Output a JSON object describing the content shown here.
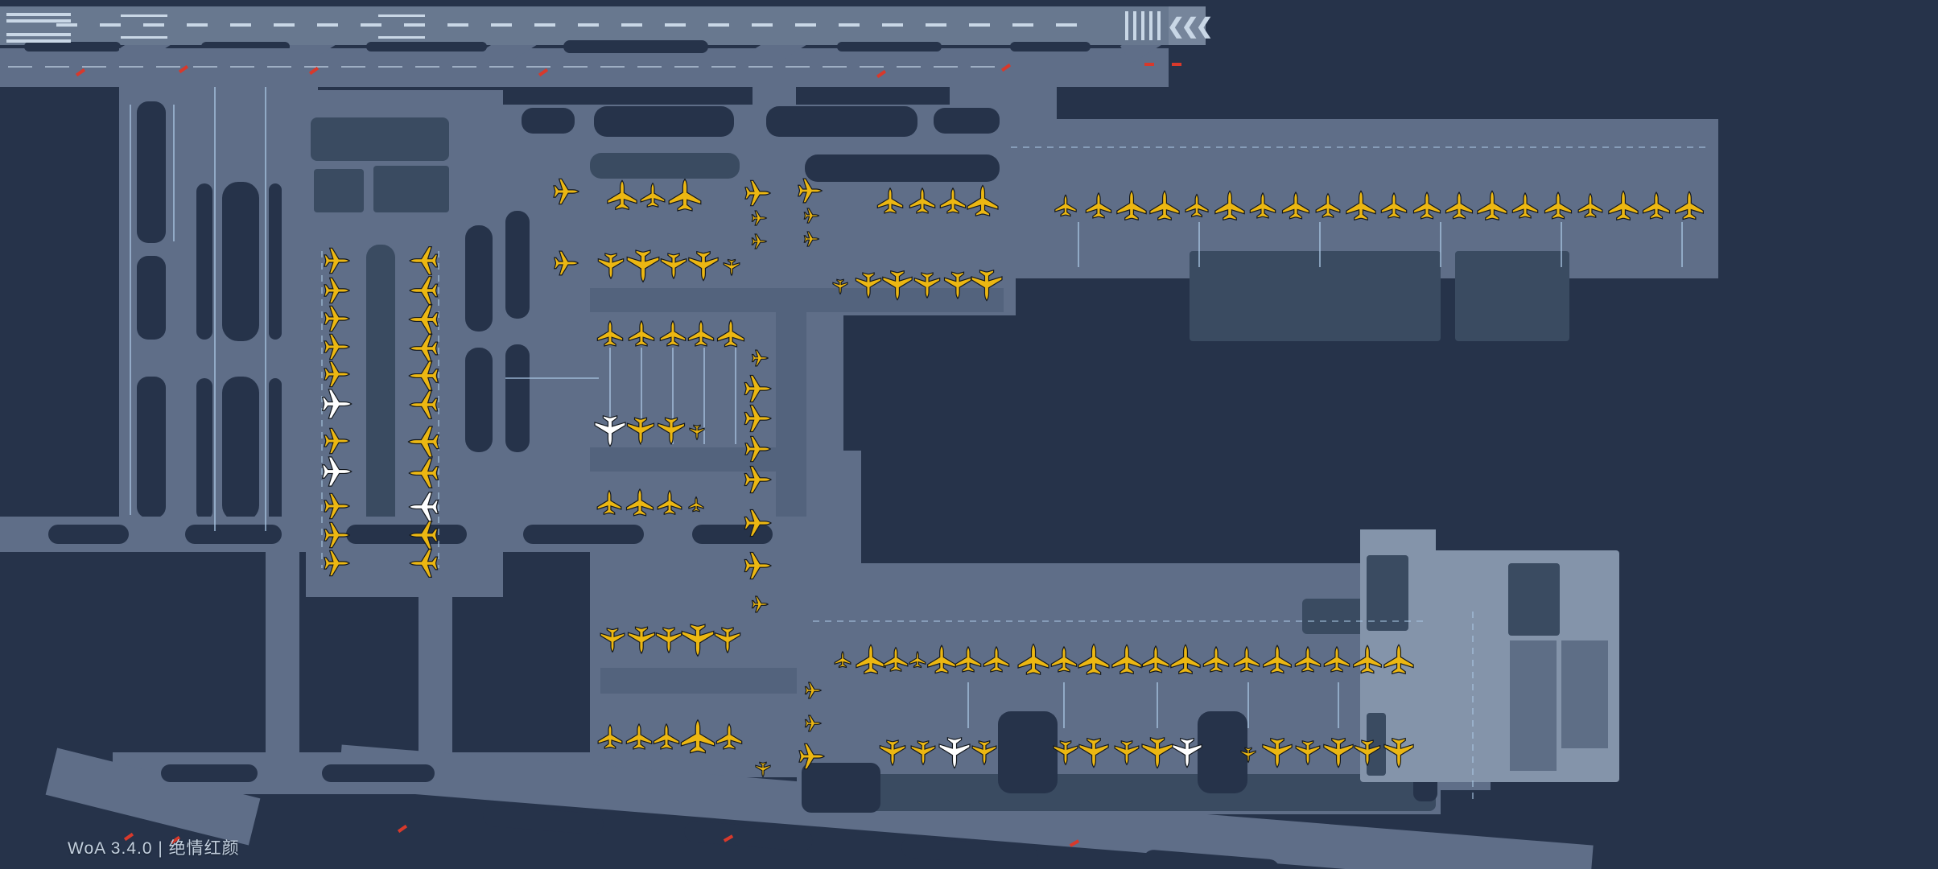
{
  "app": {
    "version_text": "WoA 3.4.0 | 绝情红颜"
  },
  "colors": {
    "background": "#26334a",
    "taxiway": "#5f6e88",
    "corridor": "#53637d",
    "runway": "#68788f",
    "building": "#3a4b61",
    "cargo_pad": "#8494aa",
    "cargo_block": "#5e6e86",
    "guide_line": "#a9c6e3",
    "runway_marking": "#c9d7e6",
    "stopbar_red": "#d8392b",
    "aircraft_yellow": "#ecb712",
    "aircraft_white": "#ffffff",
    "caption_text": "#c2cfdd"
  },
  "counts": {
    "aircraft_total": 138,
    "aircraft_white": 6,
    "stopbars": 13
  },
  "planes": [
    [
      418,
      324,
      90,
      0.95,
      "y"
    ],
    [
      418,
      361,
      90,
      0.95,
      "y"
    ],
    [
      418,
      396,
      90,
      0.95,
      "y"
    ],
    [
      418,
      431,
      90,
      0.95,
      "y"
    ],
    [
      418,
      465,
      90,
      0.95,
      "y"
    ],
    [
      418,
      502,
      90,
      1.1,
      "w"
    ],
    [
      418,
      548,
      90,
      0.95,
      "y"
    ],
    [
      418,
      586,
      90,
      1.1,
      "w"
    ],
    [
      418,
      629,
      90,
      0.95,
      "y"
    ],
    [
      418,
      665,
      90,
      0.95,
      "y"
    ],
    [
      418,
      700,
      90,
      0.95,
      "y"
    ],
    [
      527,
      324,
      270,
      1.05,
      "y"
    ],
    [
      527,
      361,
      270,
      1.05,
      "y"
    ],
    [
      527,
      397,
      270,
      1.1,
      "y"
    ],
    [
      527,
      433,
      270,
      1.05,
      "y"
    ],
    [
      527,
      467,
      270,
      1.1,
      "y"
    ],
    [
      527,
      503,
      270,
      1.05,
      "y"
    ],
    [
      527,
      549,
      270,
      1.15,
      "y"
    ],
    [
      527,
      588,
      270,
      1.1,
      "y"
    ],
    [
      527,
      630,
      270,
      1.1,
      "w"
    ],
    [
      527,
      665,
      270,
      1.05,
      "y"
    ],
    [
      527,
      700,
      270,
      1.05,
      "y"
    ],
    [
      703,
      238,
      90,
      0.95,
      "y"
    ],
    [
      703,
      327,
      90,
      0.9,
      "y"
    ],
    [
      773,
      243,
      0,
      1.1,
      "y"
    ],
    [
      811,
      243,
      0,
      0.9,
      "y"
    ],
    [
      851,
      243,
      0,
      1.2,
      "y"
    ],
    [
      759,
      330,
      180,
      0.95,
      "y"
    ],
    [
      799,
      330,
      180,
      1.2,
      "y"
    ],
    [
      837,
      330,
      180,
      0.95,
      "y"
    ],
    [
      874,
      330,
      180,
      1.1,
      "y"
    ],
    [
      909,
      332,
      180,
      0.6,
      "y"
    ],
    [
      758,
      415,
      0,
      0.95,
      "y"
    ],
    [
      797,
      415,
      0,
      0.95,
      "y"
    ],
    [
      836,
      415,
      0,
      0.95,
      "y"
    ],
    [
      871,
      415,
      0,
      0.95,
      "y"
    ],
    [
      908,
      415,
      0,
      1.0,
      "y"
    ],
    [
      758,
      535,
      180,
      1.15,
      "w"
    ],
    [
      796,
      535,
      180,
      1.0,
      "y"
    ],
    [
      834,
      535,
      180,
      1.0,
      "y"
    ],
    [
      866,
      537,
      180,
      0.55,
      "y"
    ],
    [
      757,
      625,
      0,
      0.9,
      "y"
    ],
    [
      795,
      625,
      0,
      1.0,
      "y"
    ],
    [
      832,
      625,
      0,
      0.9,
      "y"
    ],
    [
      865,
      627,
      0,
      0.55,
      "y"
    ],
    [
      761,
      795,
      180,
      0.9,
      "y"
    ],
    [
      797,
      795,
      180,
      1.0,
      "y"
    ],
    [
      831,
      795,
      180,
      0.95,
      "y"
    ],
    [
      867,
      795,
      180,
      1.2,
      "y"
    ],
    [
      904,
      795,
      180,
      0.95,
      "y"
    ],
    [
      758,
      916,
      0,
      0.9,
      "y"
    ],
    [
      794,
      916,
      0,
      0.95,
      "y"
    ],
    [
      828,
      916,
      0,
      0.95,
      "y"
    ],
    [
      867,
      916,
      0,
      1.25,
      "y"
    ],
    [
      906,
      916,
      0,
      0.95,
      "y"
    ],
    [
      948,
      956,
      180,
      0.55,
      "y"
    ],
    [
      941,
      240,
      90,
      0.95,
      "y"
    ],
    [
      943,
      271,
      90,
      0.55,
      "y"
    ],
    [
      943,
      300,
      90,
      0.55,
      "y"
    ],
    [
      944,
      445,
      90,
      0.6,
      "y"
    ],
    [
      941,
      483,
      90,
      1.0,
      "y"
    ],
    [
      941,
      520,
      90,
      1.0,
      "y"
    ],
    [
      941,
      558,
      90,
      0.95,
      "y"
    ],
    [
      941,
      596,
      90,
      1.0,
      "y"
    ],
    [
      941,
      650,
      90,
      1.0,
      "y"
    ],
    [
      941,
      703,
      90,
      1.0,
      "y"
    ],
    [
      944,
      751,
      90,
      0.6,
      "y"
    ],
    [
      1006,
      237,
      90,
      0.9,
      "y"
    ],
    [
      1008,
      268,
      90,
      0.55,
      "y"
    ],
    [
      1008,
      297,
      90,
      0.55,
      "y"
    ],
    [
      1010,
      858,
      90,
      0.6,
      "y"
    ],
    [
      1010,
      899,
      90,
      0.6,
      "y"
    ],
    [
      1008,
      940,
      90,
      0.95,
      "y"
    ],
    [
      1106,
      250,
      0,
      0.95,
      "y"
    ],
    [
      1146,
      250,
      0,
      0.95,
      "y"
    ],
    [
      1184,
      250,
      0,
      0.95,
      "y"
    ],
    [
      1221,
      250,
      0,
      1.15,
      "y"
    ],
    [
      1044,
      356,
      180,
      0.55,
      "y"
    ],
    [
      1079,
      354,
      180,
      0.95,
      "y"
    ],
    [
      1115,
      354,
      180,
      1.1,
      "y"
    ],
    [
      1152,
      354,
      180,
      0.95,
      "y"
    ],
    [
      1190,
      354,
      180,
      1.0,
      "y"
    ],
    [
      1226,
      354,
      180,
      1.15,
      "y"
    ],
    [
      1324,
      256,
      0,
      0.8,
      "y"
    ],
    [
      1365,
      256,
      0,
      0.95,
      "y"
    ],
    [
      1406,
      256,
      0,
      1.1,
      "y"
    ],
    [
      1447,
      256,
      0,
      1.1,
      "y"
    ],
    [
      1487,
      256,
      0,
      0.85,
      "y"
    ],
    [
      1528,
      256,
      0,
      1.1,
      "y"
    ],
    [
      1569,
      256,
      0,
      0.95,
      "y"
    ],
    [
      1610,
      256,
      0,
      1.0,
      "y"
    ],
    [
      1650,
      256,
      0,
      0.9,
      "y"
    ],
    [
      1691,
      256,
      0,
      1.1,
      "y"
    ],
    [
      1732,
      256,
      0,
      0.95,
      "y"
    ],
    [
      1773,
      256,
      0,
      1.0,
      "y"
    ],
    [
      1813,
      256,
      0,
      1.0,
      "y"
    ],
    [
      1854,
      256,
      0,
      1.1,
      "y"
    ],
    [
      1895,
      256,
      0,
      0.95,
      "y"
    ],
    [
      1936,
      256,
      0,
      1.0,
      "y"
    ],
    [
      1976,
      256,
      0,
      0.9,
      "y"
    ],
    [
      2017,
      256,
      0,
      1.1,
      "y"
    ],
    [
      2058,
      256,
      0,
      1.0,
      "y"
    ],
    [
      2099,
      256,
      0,
      1.05,
      "y"
    ],
    [
      1047,
      820,
      0,
      0.6,
      "y"
    ],
    [
      1082,
      820,
      0,
      1.1,
      "y"
    ],
    [
      1113,
      820,
      0,
      0.9,
      "y"
    ],
    [
      1140,
      820,
      0,
      0.6,
      "y"
    ],
    [
      1170,
      820,
      0,
      1.05,
      "y"
    ],
    [
      1203,
      820,
      0,
      0.95,
      "y"
    ],
    [
      1238,
      820,
      0,
      0.95,
      "y"
    ],
    [
      1284,
      820,
      0,
      1.15,
      "y"
    ],
    [
      1322,
      820,
      0,
      0.95,
      "y"
    ],
    [
      1359,
      820,
      0,
      1.15,
      "y"
    ],
    [
      1400,
      820,
      0,
      1.1,
      "y"
    ],
    [
      1436,
      820,
      0,
      1.0,
      "y"
    ],
    [
      1473,
      820,
      0,
      1.1,
      "y"
    ],
    [
      1511,
      820,
      0,
      0.95,
      "y"
    ],
    [
      1549,
      820,
      0,
      0.95,
      "y"
    ],
    [
      1587,
      820,
      0,
      1.05,
      "y"
    ],
    [
      1625,
      820,
      0,
      0.95,
      "y"
    ],
    [
      1661,
      820,
      0,
      0.95,
      "y"
    ],
    [
      1699,
      820,
      0,
      1.05,
      "y"
    ],
    [
      1738,
      820,
      0,
      1.1,
      "y"
    ],
    [
      1109,
      935,
      180,
      0.95,
      "y"
    ],
    [
      1147,
      935,
      180,
      0.9,
      "y"
    ],
    [
      1186,
      935,
      180,
      1.15,
      "w"
    ],
    [
      1223,
      935,
      180,
      0.9,
      "y"
    ],
    [
      1324,
      935,
      180,
      0.9,
      "y"
    ],
    [
      1359,
      935,
      180,
      1.1,
      "y"
    ],
    [
      1400,
      935,
      180,
      0.9,
      "y"
    ],
    [
      1438,
      935,
      180,
      1.15,
      "y"
    ],
    [
      1475,
      935,
      180,
      1.1,
      "w"
    ],
    [
      1551,
      938,
      180,
      0.55,
      "y"
    ],
    [
      1587,
      935,
      180,
      1.1,
      "y"
    ],
    [
      1625,
      935,
      180,
      0.9,
      "y"
    ],
    [
      1663,
      935,
      180,
      1.1,
      "y"
    ],
    [
      1699,
      935,
      180,
      0.95,
      "y"
    ],
    [
      1738,
      935,
      180,
      1.1,
      "y"
    ]
  ],
  "stopbars": [
    [
      100,
      90,
      -35
    ],
    [
      228,
      86,
      -35
    ],
    [
      390,
      88,
      -35
    ],
    [
      675,
      90,
      -35
    ],
    [
      1095,
      92,
      -35
    ],
    [
      1250,
      84,
      -35
    ],
    [
      1428,
      80,
      0
    ],
    [
      1462,
      80,
      0
    ],
    [
      160,
      1040,
      -35
    ],
    [
      218,
      1044,
      -35
    ],
    [
      500,
      1030,
      -35
    ],
    [
      905,
      1042,
      -30
    ],
    [
      1335,
      1048,
      -30
    ]
  ]
}
